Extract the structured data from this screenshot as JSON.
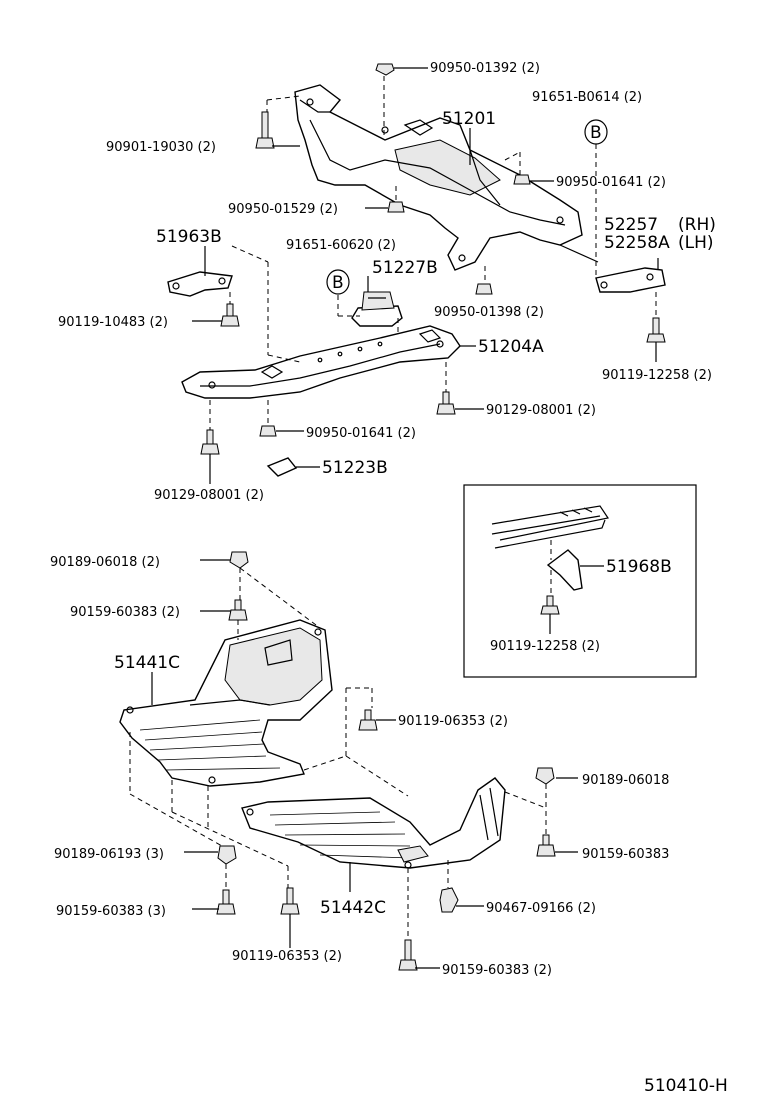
{
  "diagram_id": "510410-H",
  "callout_letter": "B",
  "parts": {
    "p01": "90950-01392 (2)",
    "p02": "91651-B0614 (2)",
    "p03": "90901-19030 (2)",
    "p04": "51201",
    "p05": "90950-01641 (2)",
    "p06": "90950-01529 (2)",
    "p07": "52257",
    "p07b": "(RH)",
    "p08": "52258A",
    "p08b": "(LH)",
    "p09": "51963B",
    "p10": "91651-60620 (2)",
    "p11": "51227B",
    "p12": "90119-10483 (2)",
    "p13": "90950-01398 (2)",
    "p14": "51204A",
    "p15": "90119-12258 (2)",
    "p16": "90129-08001 (2)",
    "p17": "90950-01641 (2)",
    "p18": "51223B",
    "p19": "90129-08001 (2)",
    "p20": "51968B",
    "p21": "90119-12258 (2)",
    "p22": "90189-06018 (2)",
    "p23": "90159-60383 (2)",
    "p24": "51441C",
    "p25": "90119-06353 (2)",
    "p26": "90189-06018",
    "p27": "90189-06193 (3)",
    "p28": "90159-60383",
    "p29": "90159-60383 (3)",
    "p30": "51442C",
    "p31": "90467-09166 (2)",
    "p32": "90119-06353 (2)",
    "p33": "90159-60383 (2)"
  }
}
